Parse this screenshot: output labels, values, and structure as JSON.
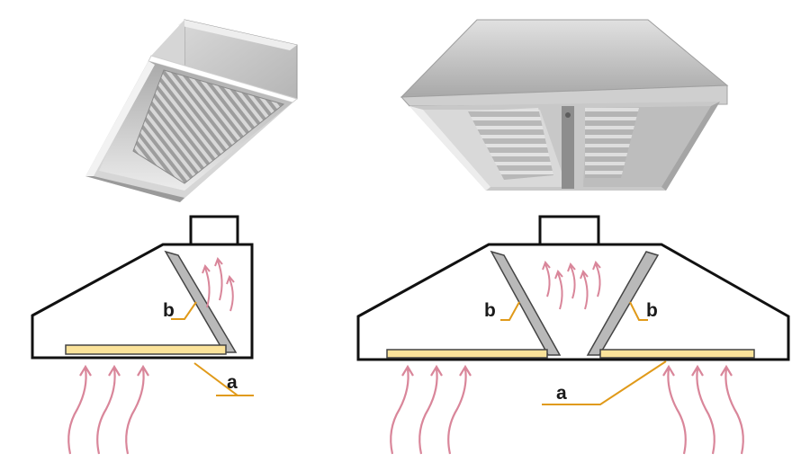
{
  "labels": {
    "left_filter": "b",
    "left_grease_tray": "a",
    "right_filter_left": "b",
    "right_filter_right": "b",
    "right_grease_trays": "a"
  },
  "colors": {
    "outline": "#111111",
    "grease_tray": "#fbe39a",
    "filter": "#b9b9b9",
    "leader_line": "#e09a1a",
    "airflow_arrow": "#d9869a",
    "steel_light": "#e6e6e6",
    "steel_mid": "#c4c4c4",
    "steel_dark": "#8f8f8f"
  },
  "images": {
    "left_photo": "wall-mounted-hood-photo",
    "right_photo": "island-hood-photo"
  }
}
